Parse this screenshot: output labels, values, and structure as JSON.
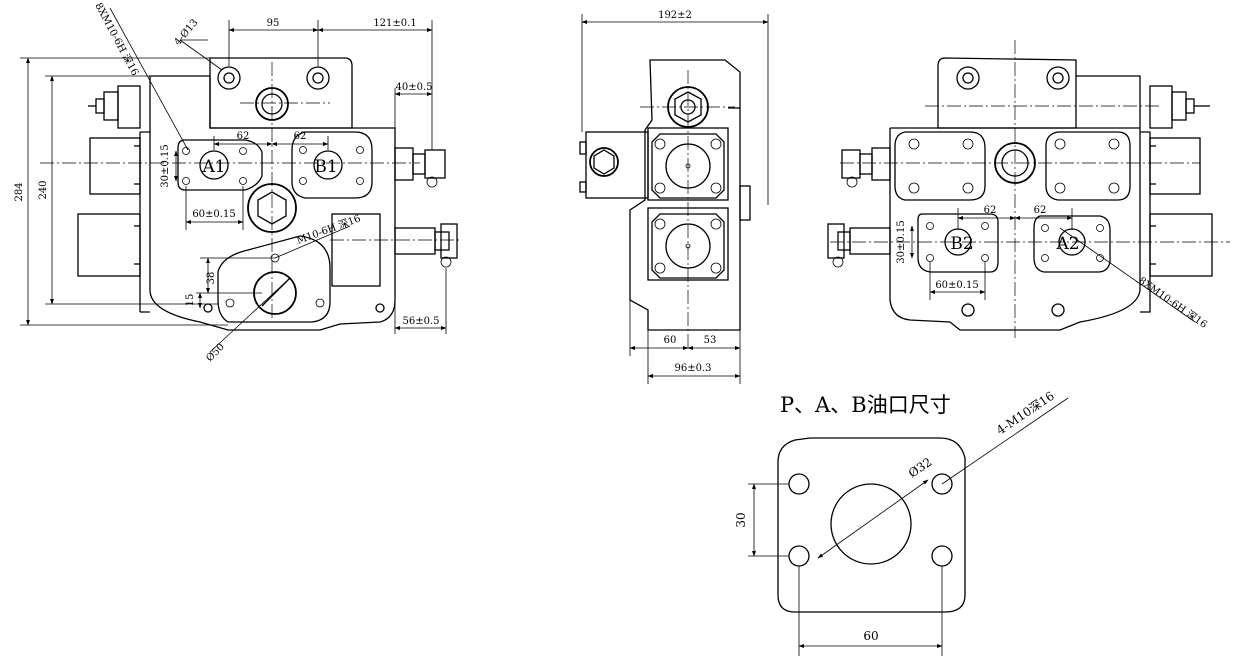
{
  "front_view": {
    "dims": {
      "holes_4": "4-Ø13",
      "w95": "95",
      "w121": "121±0.1",
      "thread_top": "8XM10-6H 深16",
      "w40": "40±0.5",
      "h284": "284",
      "h240": "240",
      "w62a": "62",
      "w62b": "62",
      "h30": "30±0.15",
      "w60": "60±0.15",
      "thread_p": "M10-6H 深16",
      "h38": "38",
      "h15": "15",
      "dia50": "Ø50",
      "w56": "56±0.5"
    },
    "ports": {
      "a1": "A1",
      "b1": "B1"
    }
  },
  "side_view": {
    "dims": {
      "w192": "192±2",
      "w60": "60",
      "w53": "53",
      "w96": "96±0.3"
    }
  },
  "rear_view": {
    "dims": {
      "w62a": "62",
      "w62b": "62",
      "h30": "30±0.15",
      "w60": "60±0.15",
      "thread": "8XM10-6H 深16"
    },
    "ports": {
      "b2": "B2",
      "a2": "A2"
    }
  },
  "flange_detail": {
    "title": "P、A、B油口尺寸",
    "thread": "4-M10深16",
    "dia": "Ø32",
    "h30": "30",
    "w60": "60"
  }
}
